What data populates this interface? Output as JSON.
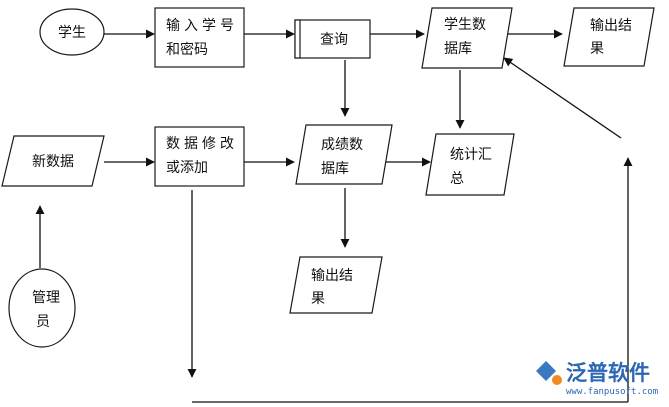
{
  "nodes": {
    "student": {
      "lines": [
        "学生"
      ]
    },
    "login": {
      "lines": [
        "输入学号",
        "和密码"
      ]
    },
    "query": {
      "lines": [
        "查询"
      ]
    },
    "student_db": {
      "lines": [
        "学生数",
        "据库"
      ]
    },
    "output1": {
      "lines": [
        "输出结",
        "果"
      ]
    },
    "new_data": {
      "lines": [
        "新数据"
      ]
    },
    "modify": {
      "lines": [
        "数据修改",
        "或添加"
      ]
    },
    "grade_db": {
      "lines": [
        "成绩数",
        "据库"
      ]
    },
    "stats": {
      "lines": [
        "统计汇",
        "总"
      ]
    },
    "output2": {
      "lines": [
        "输出结",
        "果"
      ]
    },
    "admin": {
      "lines": [
        "管理",
        "员"
      ]
    }
  },
  "watermark": {
    "brand": "泛普软件",
    "url": "www.fanpusoft.com"
  }
}
